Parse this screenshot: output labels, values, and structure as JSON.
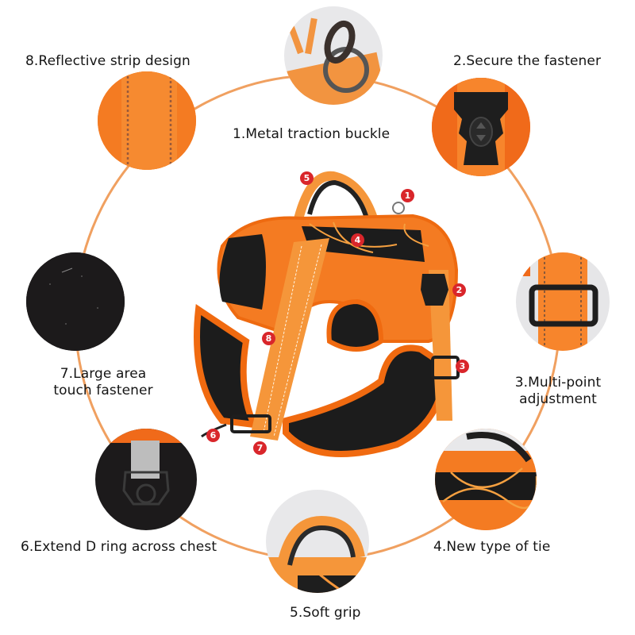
{
  "features": [
    {
      "number": "1",
      "label": "1.Metal traction buckle",
      "detail_image": "metal-d-ring-and-clip"
    },
    {
      "number": "2",
      "label": "2.Secure the fastener",
      "detail_image": "black-quick-release-buckle"
    },
    {
      "number": "3",
      "label_line1": "3.Multi-point",
      "label_line2": "adjustment",
      "detail_image": "black-slide-adjuster-on-strap"
    },
    {
      "number": "4",
      "label": "4.New type of tie",
      "detail_image": "bungee-cord-tie-on-back"
    },
    {
      "number": "5",
      "label": "5.Soft grip",
      "detail_image": "padded-top-handle"
    },
    {
      "number": "6",
      "label": "6.Extend D ring across chest",
      "detail_image": "chest-d-ring-loop"
    },
    {
      "number": "7",
      "label_line1": "7.Large area",
      "label_line2": "touch fastener",
      "detail_image": "black-hook-and-loop-patch"
    },
    {
      "number": "8",
      "label": "8.Reflective strip design",
      "detail_image": "orange-webbing-reflective-stitching"
    }
  ],
  "product": {
    "name": "dog harness",
    "markers": [
      "1",
      "2",
      "3",
      "4",
      "5",
      "6",
      "7",
      "8"
    ]
  },
  "colors": {
    "accent_orange": "#f07a1e",
    "ring_line": "#f0a060",
    "marker_red": "#d9262b",
    "fabric_black": "#1a1a1a",
    "text": "#151515",
    "background": "#ffffff"
  }
}
